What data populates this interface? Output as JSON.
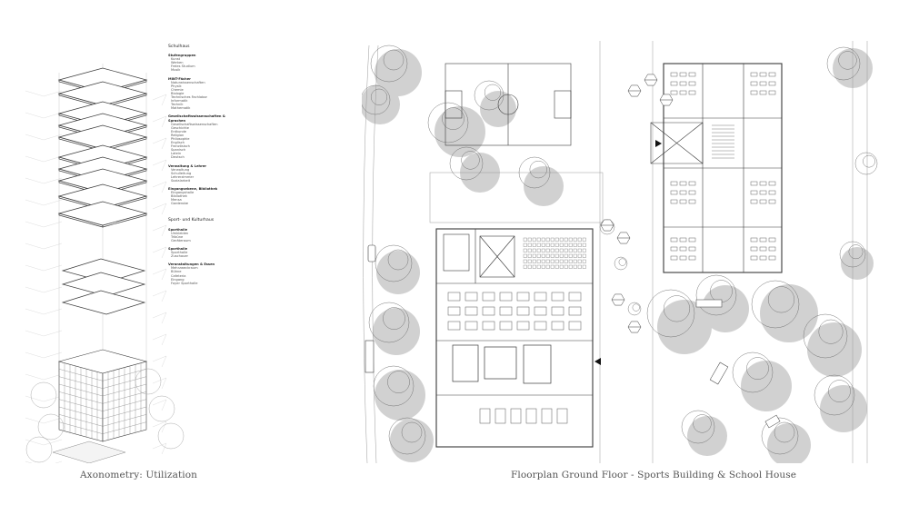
{
  "captions": {
    "axonometry": "Axonometry: Utilization",
    "floorplan": "Floorplan Ground Floor - Sports Building & School House"
  },
  "legend": {
    "schoolhouse_title": "Schulhaus",
    "schoolhouse_groups": [
      {
        "head": "Stufengruppen",
        "items": [
          "Kunst",
          "Werken",
          "Freies Studium",
          "Musik"
        ]
      },
      {
        "head": "MINT-Fächer",
        "items": [
          "Naturwissenschaften",
          "Physik",
          "Chemie",
          "Biologie",
          "Technisches Fachlabor",
          "Informatik",
          "Technik",
          "Mathematik"
        ]
      },
      {
        "head": "Gesellschaftswissenschaften & Sprachen",
        "items": [
          "Gesellschaftswissenschaften",
          "Geschichte",
          "Erdkunde",
          "Religion",
          "Philosophie",
          "Englisch",
          "Französisch",
          "Spanisch",
          "Latein",
          "Deutsch"
        ]
      },
      {
        "head": "Verwaltung & Lehrer",
        "items": [
          "Verwaltung",
          "Schulleitung",
          "Lehrerzimmer",
          "Sozialarbeit"
        ]
      },
      {
        "head": "Eingangsebene, Bibliothek",
        "items": [
          "Eingangshalle",
          "Bibliothek",
          "Mensa",
          "Garderobe"
        ]
      }
    ],
    "sports_title": "Sport- und Kulturhaus",
    "sports_groups": [
      {
        "head": "Sporthalle",
        "items": [
          "Umkleiden",
          "Tribüne",
          "Geräteraum"
        ]
      },
      {
        "head": "Sporthalle",
        "items": [
          "Sporthalle",
          "Zuschauer"
        ]
      },
      {
        "head": "Veranstaltungen & Essen",
        "items": [
          "Mehrzweckraum",
          "Bühne",
          "Cafeteria",
          "Eingang",
          "Foyer Sporthalle"
        ]
      }
    ]
  },
  "colors": {
    "line": "#3a3a3a",
    "fine_line": "#9a9a9a",
    "tree_shadow": "#c9c9c9",
    "caption": "#555555"
  }
}
